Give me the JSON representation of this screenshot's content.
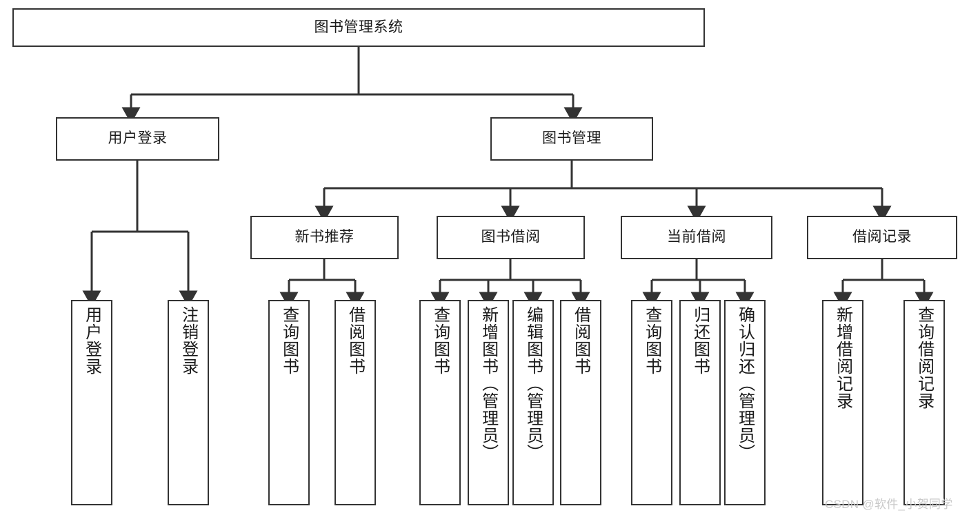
{
  "diagram": {
    "title_node": {
      "id": "root",
      "label": "图书管理系统"
    },
    "level2": [
      {
        "id": "user-login",
        "label": "用户登录"
      },
      {
        "id": "book-manage",
        "label": "图书管理"
      }
    ],
    "level3": [
      {
        "id": "new-book-recommend",
        "label": "新书推荐"
      },
      {
        "id": "book-borrow",
        "label": "图书借阅"
      },
      {
        "id": "current-borrow",
        "label": "当前借阅"
      },
      {
        "id": "borrow-record",
        "label": "借阅记录"
      }
    ],
    "leaves": {
      "user_login": [
        {
          "id": "leaf-user-login",
          "label": "用户登录"
        },
        {
          "id": "leaf-logout-login",
          "label": "注销登录"
        }
      ],
      "new_book_recommend": [
        {
          "id": "leaf-query-book-1",
          "label": "查询图书"
        },
        {
          "id": "leaf-borrow-book-1",
          "label": "借阅图书"
        }
      ],
      "book_borrow": [
        {
          "id": "leaf-query-book-2",
          "label": "查询图书"
        },
        {
          "id": "leaf-add-book",
          "label": "新增图书（管理员）"
        },
        {
          "id": "leaf-edit-book",
          "label": "编辑图书（管理员）"
        },
        {
          "id": "leaf-borrow-book-2",
          "label": "借阅图书"
        }
      ],
      "current_borrow": [
        {
          "id": "leaf-query-book-3",
          "label": "查询图书"
        },
        {
          "id": "leaf-return-book",
          "label": "归还图书"
        },
        {
          "id": "leaf-confirm-return",
          "label": "确认归还（管理员）"
        }
      ],
      "borrow_record": [
        {
          "id": "leaf-add-record",
          "label": "新增借阅记录"
        },
        {
          "id": "leaf-query-record",
          "label": "查询借阅记录"
        }
      ]
    }
  },
  "watermark": {
    "text": "CSDN @软件_小贺同学"
  },
  "colors": {
    "stroke": "#333333",
    "background": "#ffffff",
    "watermark": "#c9c9c9"
  }
}
